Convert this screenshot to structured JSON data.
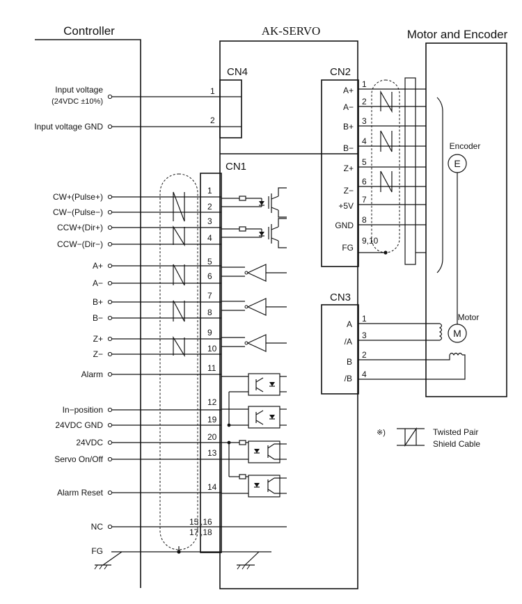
{
  "titles": {
    "controller": "Controller",
    "servo": "AK-SERVO",
    "motor_encoder": "Motor and Encoder"
  },
  "connectors": {
    "cn1": "CN1",
    "cn2": "CN2",
    "cn3": "CN3",
    "cn4": "CN4"
  },
  "cn4": {
    "input_voltage": "Input voltage",
    "input_voltage_range": "(24VDC ±10%)",
    "input_gnd": "Input voltage GND",
    "pins": [
      "1",
      "2"
    ]
  },
  "cn1": {
    "signals": [
      {
        "label": "CW+(Pulse+)",
        "pin": "1"
      },
      {
        "label": "CW−(Pulse−)",
        "pin": "2"
      },
      {
        "label": "CCW+(Dir+)",
        "pin": "3"
      },
      {
        "label": "CCW−(Dir−)",
        "pin": "4"
      },
      {
        "label": "A+",
        "pin": "5"
      },
      {
        "label": "A−",
        "pin": "6"
      },
      {
        "label": "B+",
        "pin": "7"
      },
      {
        "label": "B−",
        "pin": "8"
      },
      {
        "label": "Z+",
        "pin": "9"
      },
      {
        "label": "Z−",
        "pin": "10"
      },
      {
        "label": "Alarm",
        "pin": "11"
      },
      {
        "label": "In−position",
        "pin": "12"
      },
      {
        "label": "24VDC GND",
        "pin": "19"
      },
      {
        "label": "24VDC",
        "pin": "20"
      },
      {
        "label": "Servo On/Off",
        "pin": "13"
      },
      {
        "label": "Alarm Reset",
        "pin": "14"
      },
      {
        "label": "NC",
        "pin_a": "15",
        "pin_b": ",16",
        "pin_c": "17",
        "pin_d": ",18"
      },
      {
        "label": "FG"
      }
    ]
  },
  "cn2": {
    "pins": [
      {
        "label": "A+",
        "pin": "1"
      },
      {
        "label": "A−",
        "pin": "2"
      },
      {
        "label": "B+",
        "pin": "3"
      },
      {
        "label": "B−",
        "pin": "4"
      },
      {
        "label": "Z+",
        "pin": "5"
      },
      {
        "label": "Z−",
        "pin": "6"
      },
      {
        "label": "+5V",
        "pin": "7"
      },
      {
        "label": "GND",
        "pin": "8"
      },
      {
        "label": "FG",
        "pin": "9,10"
      }
    ]
  },
  "cn3": {
    "pins": [
      {
        "label": "A",
        "pin": "1"
      },
      {
        "label": "/A",
        "pin": "3"
      },
      {
        "label": "B",
        "pin": "2"
      },
      {
        "label": "/B",
        "pin": "4"
      }
    ]
  },
  "motor": {
    "encoder_label": "Encoder",
    "encoder_symbol": "E",
    "motor_label": "Motor",
    "motor_symbol": "M"
  },
  "legend": {
    "mark": "※)",
    "line1": "Twisted Pair",
    "line2": "Shield Cable"
  }
}
